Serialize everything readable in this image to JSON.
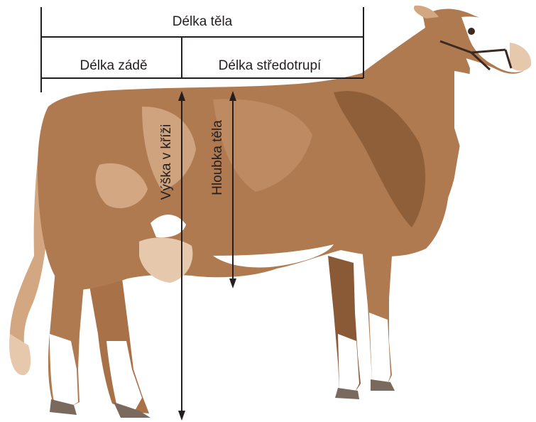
{
  "diagram": {
    "subject": "cow-body-measurements",
    "colors": {
      "coat_main": "#b07a50",
      "coat_dark": "#8a5a36",
      "coat_light": "#d2a782",
      "coat_pale": "#e6c9ac",
      "patch_white": "#ffffff",
      "hoof": "#7a6a5e",
      "line": "#231f20"
    },
    "labels": {
      "body_length": "Délka těla",
      "rump_length": "Délka zádě",
      "midbody_length": "Délka středotrupí",
      "height_at_sacrum": "Výška v kříži",
      "body_depth": "Hloubka těla"
    }
  }
}
